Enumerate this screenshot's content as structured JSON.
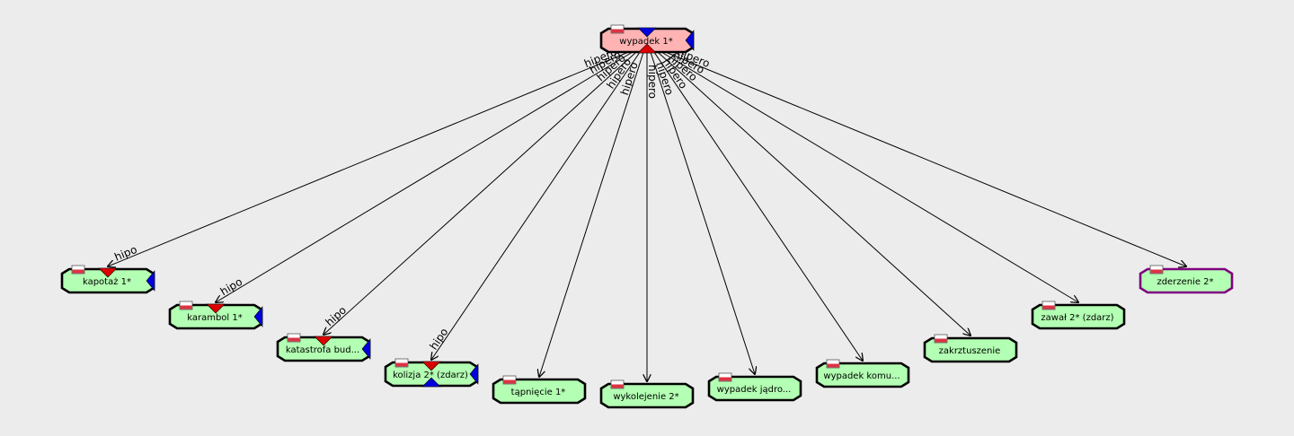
{
  "graph": {
    "root": {
      "label": "wypadek 1*",
      "fill": "#ffb3b3"
    },
    "children": [
      {
        "label": "kapotaż 1*",
        "edge_label": "hipo",
        "fill": "#b3ffb3",
        "border": "#000000",
        "top_marker": "red-triangle",
        "bottom_marker": "",
        "right_marker": "blue-triangle"
      },
      {
        "label": "karambol 1*",
        "edge_label": "hipo",
        "fill": "#b3ffb3",
        "border": "#000000",
        "top_marker": "red-triangle",
        "bottom_marker": "",
        "right_marker": "blue-triangle"
      },
      {
        "label": "katastrofa bud...",
        "edge_label": "hipo",
        "fill": "#b3ffb3",
        "border": "#000000",
        "top_marker": "red-triangle",
        "bottom_marker": "",
        "right_marker": "blue-triangle"
      },
      {
        "label": "kolizja 2* (zdarz)",
        "edge_label": "hipo",
        "fill": "#b3ffb3",
        "border": "#000000",
        "top_marker": "red-triangle",
        "bottom_marker": "blue-triangle",
        "right_marker": "blue-triangle"
      },
      {
        "label": "tąpnięcie 1*",
        "edge_label": "",
        "fill": "#b3ffb3",
        "border": "#000000",
        "top_marker": "",
        "bottom_marker": "",
        "right_marker": ""
      },
      {
        "label": "wykolejenie 2*",
        "edge_label": "",
        "fill": "#b3ffb3",
        "border": "#000000",
        "top_marker": "",
        "bottom_marker": "",
        "right_marker": ""
      },
      {
        "label": "wypadek jądro...",
        "edge_label": "",
        "fill": "#b3ffb3",
        "border": "#000000",
        "top_marker": "",
        "bottom_marker": "",
        "right_marker": ""
      },
      {
        "label": "wypadek komu...",
        "edge_label": "",
        "fill": "#b3ffb3",
        "border": "#000000",
        "top_marker": "",
        "bottom_marker": "",
        "right_marker": ""
      },
      {
        "label": "zakrztuszenie",
        "edge_label": "",
        "fill": "#b3ffb3",
        "border": "#000000",
        "top_marker": "",
        "bottom_marker": "",
        "right_marker": ""
      },
      {
        "label": "zawał 2* (zdarz)",
        "edge_label": "",
        "fill": "#b3ffb3",
        "border": "#000000",
        "top_marker": "",
        "bottom_marker": "",
        "right_marker": ""
      },
      {
        "label": "zderzenie 2*",
        "edge_label": "",
        "fill": "#b3ffb3",
        "border": "#800080",
        "top_marker": "",
        "bottom_marker": "",
        "right_marker": ""
      }
    ],
    "root_edge_labels": [
      "hipero",
      "hipero",
      "hipero",
      "hipero",
      "hipero",
      "hipero",
      "hipero",
      "hipero",
      "hipero",
      "hipero",
      "hipero"
    ],
    "colors": {
      "edge": "#000000",
      "red_marker": "#dd0000",
      "blue_marker": "#0000dd",
      "flag_top": "#ffffff",
      "flag_bottom": "#dd3344"
    }
  }
}
